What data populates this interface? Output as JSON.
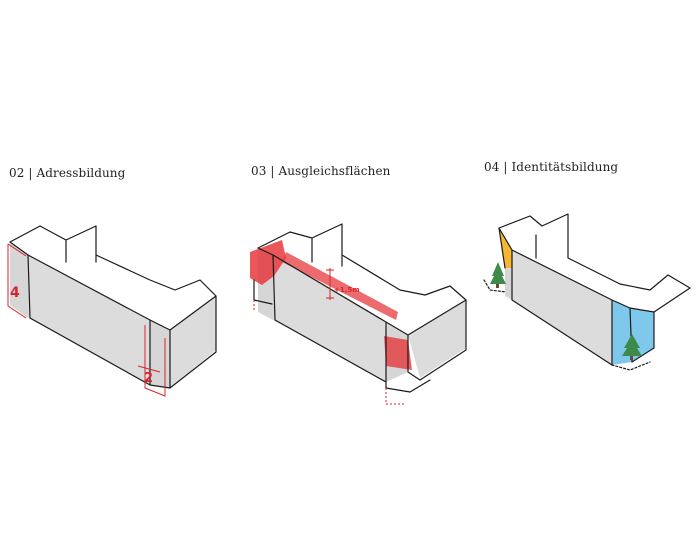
{
  "captions": {
    "diagram1": "02 | Adressbildung",
    "diagram2": "03 | Ausgleichsflächen",
    "diagram3": "04 | Identitätsbildung"
  },
  "annotations": {
    "diagram1_height_left": "4",
    "diagram1_height_right": "2",
    "diagram2_dimension": "+1,5m"
  },
  "colors": {
    "accent_red": "#d8242a",
    "accent_yellow": "#f5b731",
    "accent_blue": "#7ec8ec",
    "tree_green": "#3e8a4a",
    "volume_grey": "#d8d8d8"
  }
}
